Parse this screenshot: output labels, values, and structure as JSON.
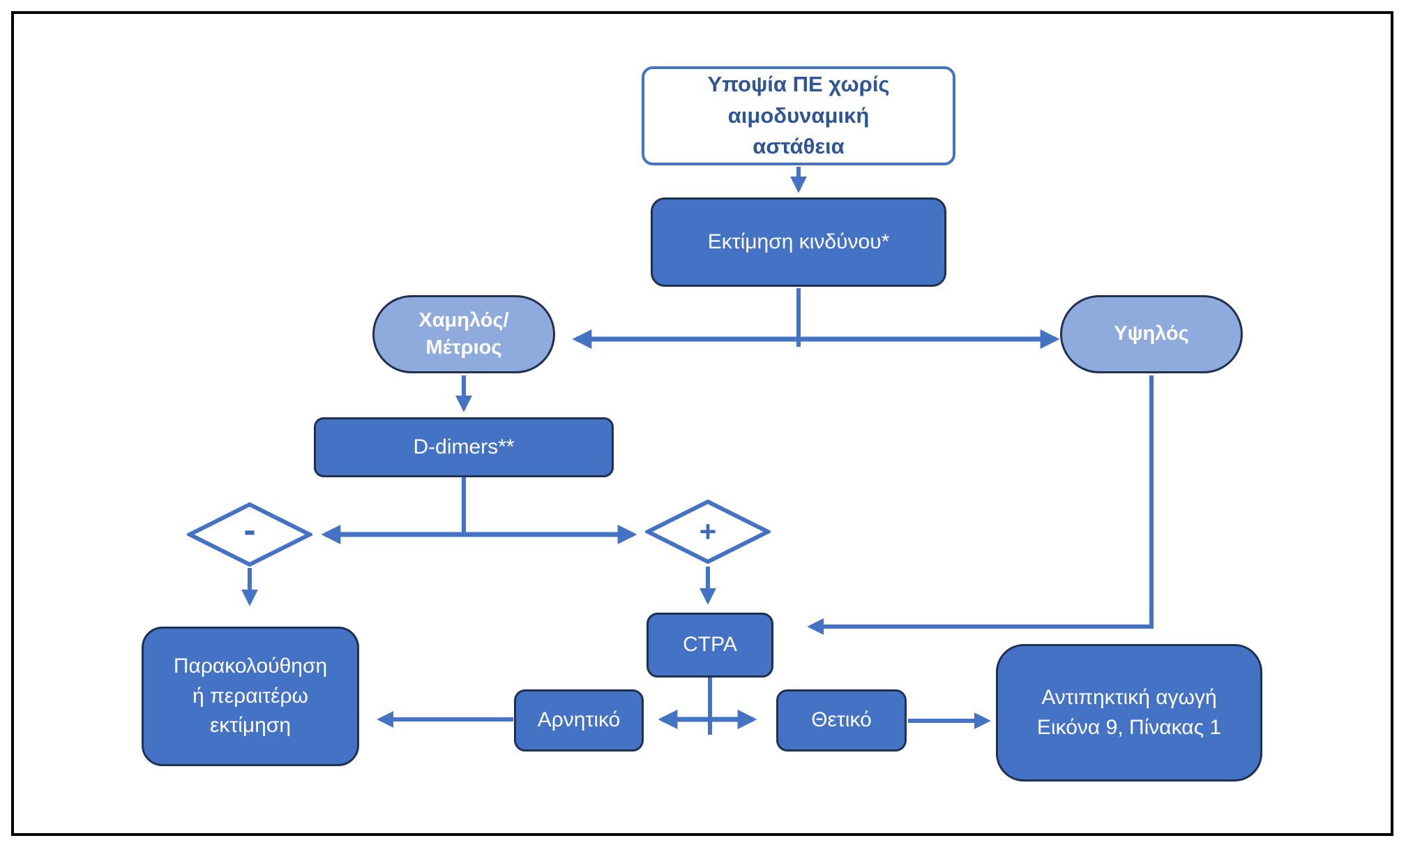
{
  "figure": {
    "type": "flowchart",
    "title": "PE diagnostic algorithm (hemodynamically stable)"
  },
  "colors": {
    "node_fill": "#4472C4",
    "pill_fill": "#8FAADC",
    "node_border": "#1F3050",
    "connector": "#4472C4",
    "start_box_border": "#4472C4",
    "start_box_text": "#2E5597",
    "node_text": "#ffffff",
    "outer_frame": "#000000"
  },
  "nodes": {
    "suspected_pe": {
      "lines": [
        "Υποψία ΠΕ χωρίς",
        "αιμοδυναμική",
        "αστάθεια"
      ]
    },
    "risk_assessment": {
      "label": "Εκτίμηση κινδύνου*"
    },
    "risk_low": {
      "lines": [
        "Χαμηλός/",
        "Μέτριος"
      ]
    },
    "risk_high": {
      "label": "Υψηλός"
    },
    "ddimers": {
      "label": "D-dimers**"
    },
    "ddimer_negative_sign": {
      "label": "-"
    },
    "ddimer_positive_sign": {
      "label": "+"
    },
    "ctpa": {
      "label": "CTPA"
    },
    "monitor": {
      "lines": [
        "Παρακολούθηση",
        "ή περαιτέρω",
        "εκτίμηση"
      ]
    },
    "ctpa_negative": {
      "label": "Αρνητικό"
    },
    "ctpa_positive": {
      "label": "Θετικό"
    },
    "anticoagulation": {
      "lines": [
        "Αντιπηκτική αγωγή",
        "Εικόνα 9, Πίνακας 1"
      ]
    }
  }
}
